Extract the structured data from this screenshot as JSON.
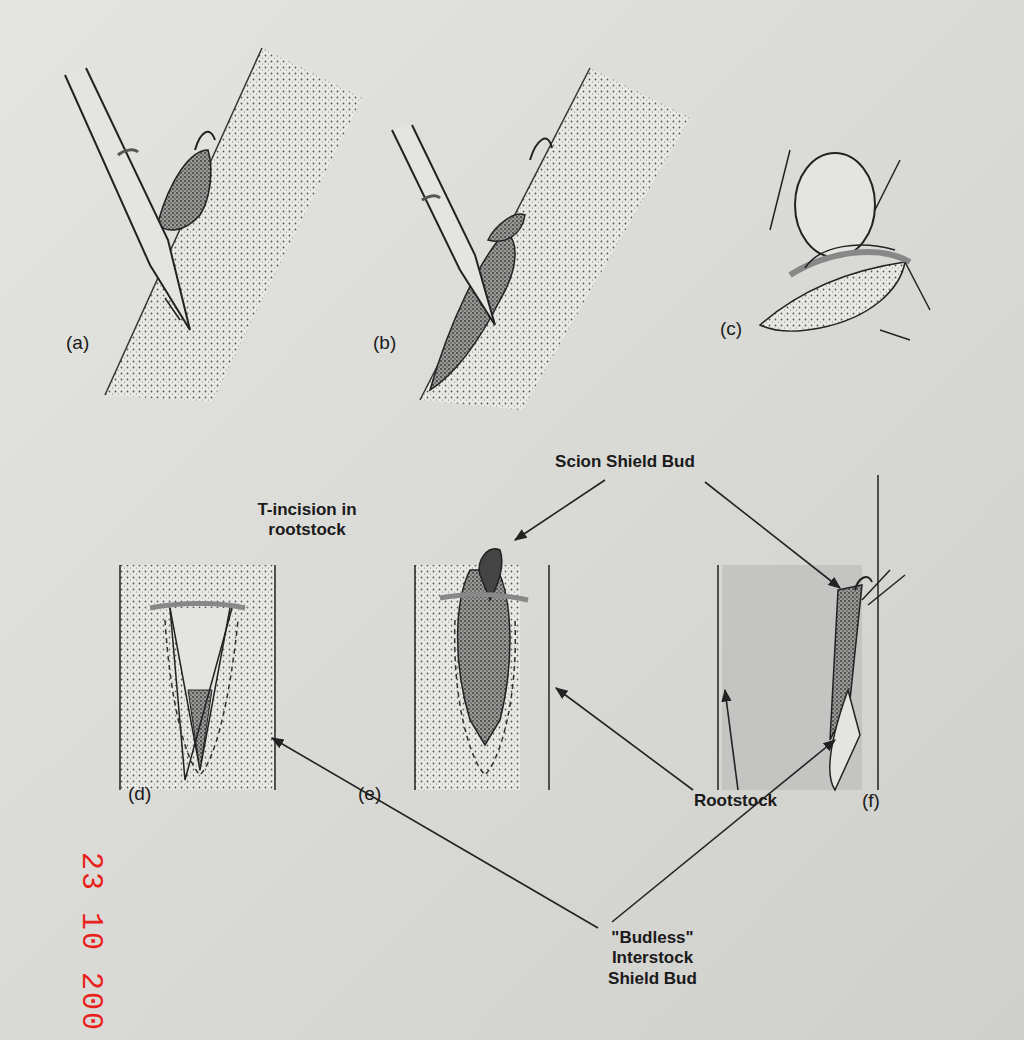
{
  "diagram": {
    "labels": [
      "(a)",
      "(b)",
      "(c)",
      "Scion Shield Bud",
      "T-incision in rootstock",
      "(d)",
      "(e)",
      "Rootstock",
      "(f)",
      "\"Budless\" Interstock Shield Bud",
      "23 10 200"
    ]
  }
}
